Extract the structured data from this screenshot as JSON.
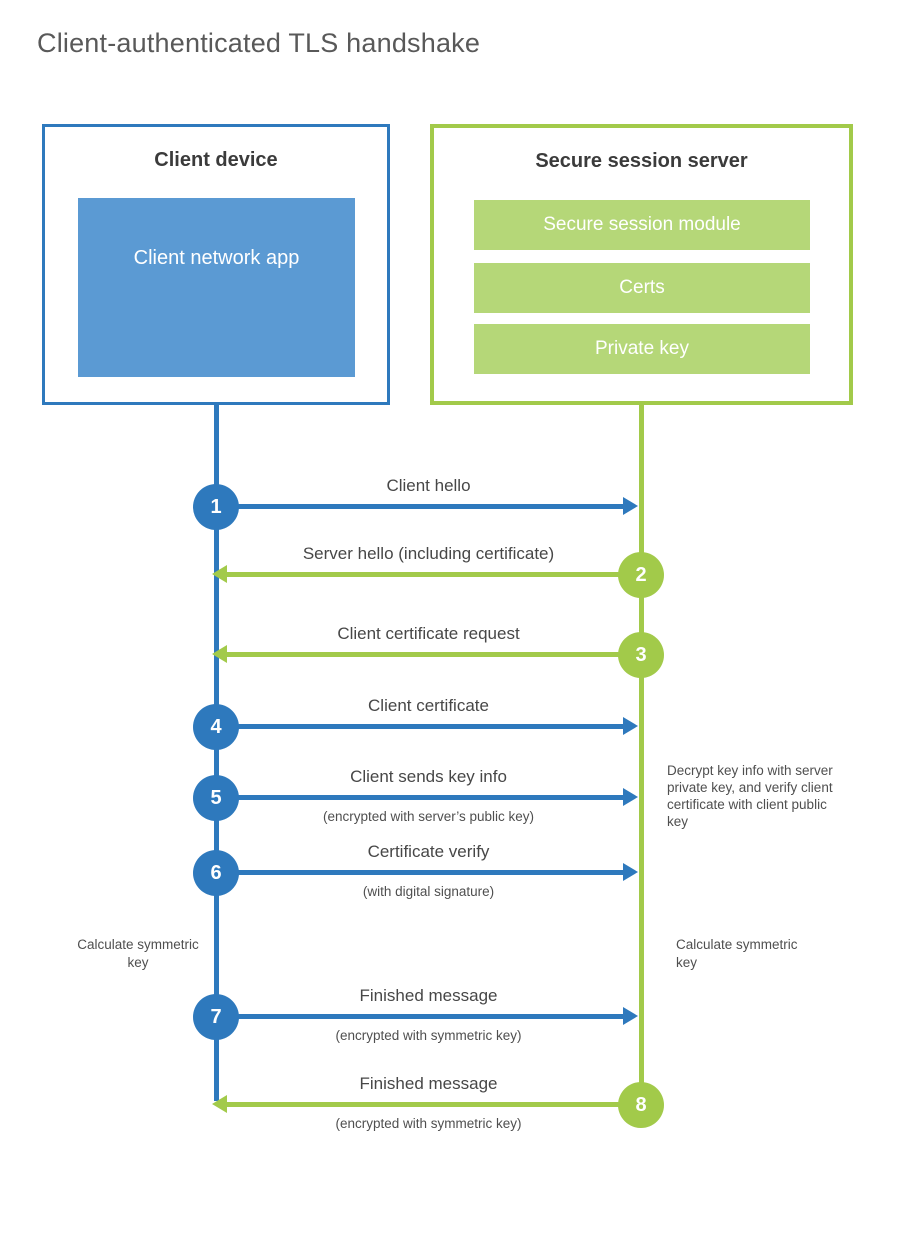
{
  "title": "Client-authenticated TLS handshake",
  "colors": {
    "blue": "#2e79bd",
    "blue_light": "#5b9ad3",
    "green": "#a2ca4a",
    "green_light": "#b5d778"
  },
  "client": {
    "title": "Client device",
    "module": "Client network app"
  },
  "server": {
    "title": "Secure session server",
    "modules": [
      "Secure session module",
      "Certs",
      "Private key"
    ]
  },
  "steps": [
    {
      "num": "1",
      "actor": "client",
      "direction": "right",
      "label": "Client hello",
      "sublabel": ""
    },
    {
      "num": "2",
      "actor": "server",
      "direction": "left",
      "label": "Server hello (including certificate)",
      "sublabel": ""
    },
    {
      "num": "3",
      "actor": "server",
      "direction": "left",
      "label": "Client certificate request",
      "sublabel": ""
    },
    {
      "num": "4",
      "actor": "client",
      "direction": "right",
      "label": "Client certificate",
      "sublabel": ""
    },
    {
      "num": "5",
      "actor": "client",
      "direction": "right",
      "label": "Client sends key info",
      "sublabel": "(encrypted with server’s public key)"
    },
    {
      "num": "6",
      "actor": "client",
      "direction": "right",
      "label": "Certificate verify",
      "sublabel": "(with digital signature)"
    },
    {
      "num": "7",
      "actor": "client",
      "direction": "right",
      "label": "Finished message",
      "sublabel": "(encrypted with symmetric key)"
    },
    {
      "num": "8",
      "actor": "server",
      "direction": "left",
      "label": "Finished message",
      "sublabel": "(encrypted with symmetric key)"
    }
  ],
  "annotations": {
    "server_note": "Decrypt key info with server private key, and verify client certificate with client public key",
    "client_calc": "Calculate symmetric key",
    "server_calc": "Calculate symmetric key"
  }
}
